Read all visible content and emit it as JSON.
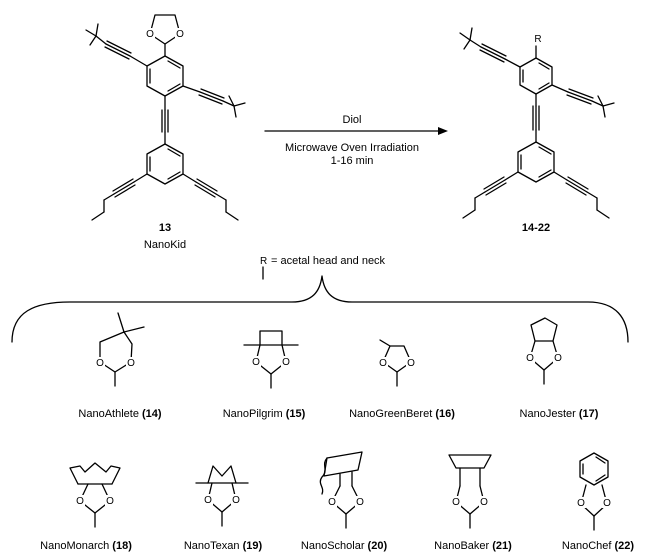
{
  "scheme": {
    "reactant": {
      "number": "13",
      "name": "NanoKid"
    },
    "product": {
      "number": "14-22",
      "substituent": "R"
    },
    "arrow": {
      "reagent": "Diol",
      "conditions_line1": "Microwave Oven Irradiation",
      "conditions_line2": "1-16 min"
    },
    "r_definition": {
      "symbol": "R",
      "text": "= acetal head and neck"
    }
  },
  "atoms": {
    "oxygen": "O"
  },
  "heads_row1": [
    {
      "name": "NanoAthlete",
      "number": "(14)"
    },
    {
      "name": "NanoPilgrim",
      "number": "(15)"
    },
    {
      "name": "NanoGreenBeret",
      "number": "(16)"
    },
    {
      "name": "NanoJester",
      "number": "(17)"
    }
  ],
  "heads_row2": [
    {
      "name": "NanoMonarch",
      "number": "(18)"
    },
    {
      "name": "NanoTexan",
      "number": "(19)"
    },
    {
      "name": "NanoScholar",
      "number": "(20)"
    },
    {
      "name": "NanoBaker",
      "number": "(21)"
    },
    {
      "name": "NanoChef",
      "number": "(22)"
    }
  ]
}
